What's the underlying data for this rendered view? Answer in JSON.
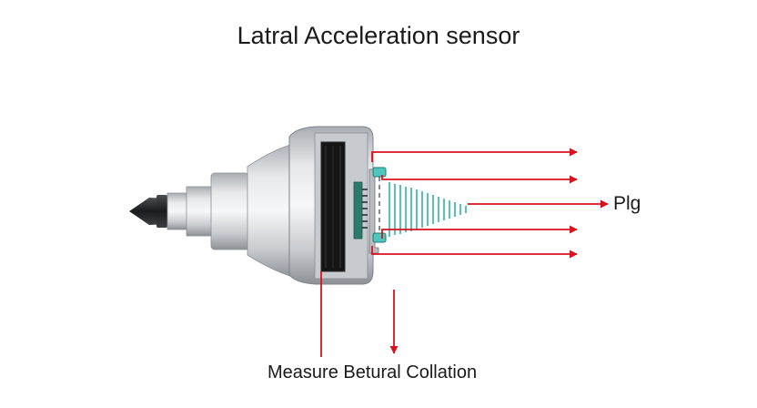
{
  "diagram": {
    "title": "Latral Acceleration sensor",
    "output_label": "Plg",
    "caption": "Measure Betural Collation",
    "colors": {
      "arrow": "#d9121e",
      "signal": "#2bb3a8",
      "body_dark": "#9da1a6",
      "body_light": "#eceef0",
      "element": "#151515"
    }
  }
}
